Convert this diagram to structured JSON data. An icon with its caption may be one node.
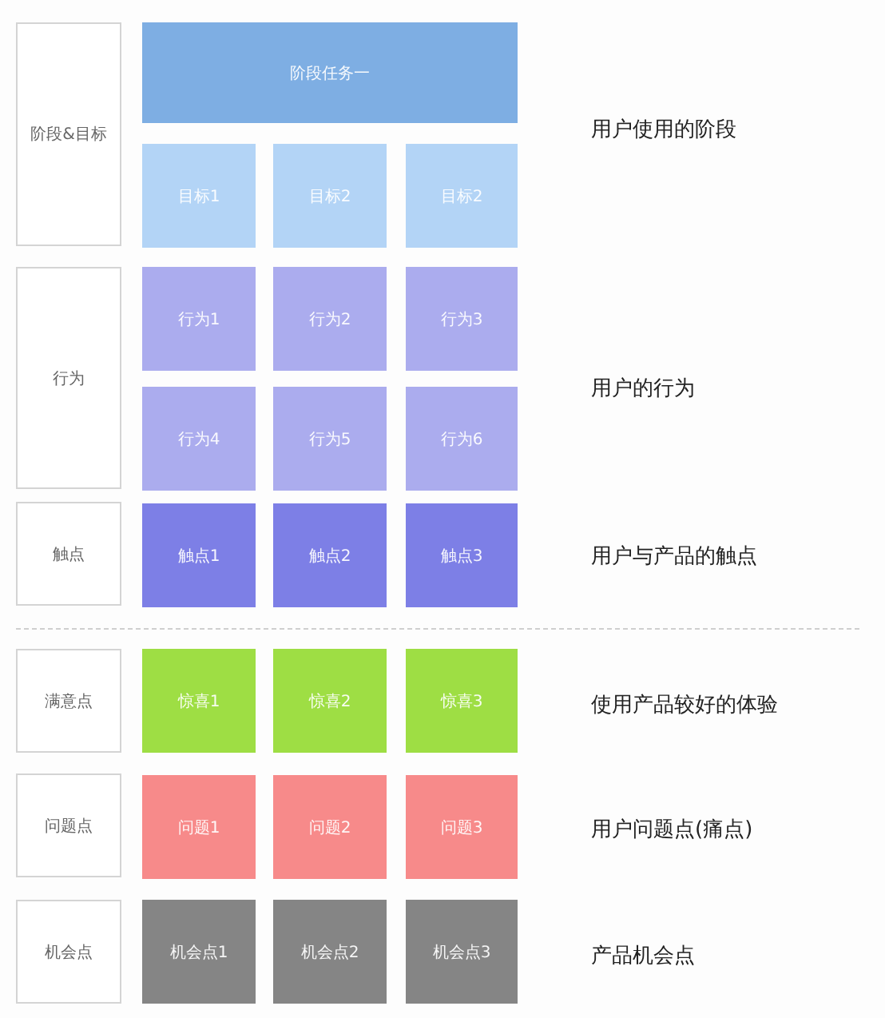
{
  "diagram": {
    "nodes": [
      {
        "text": [
          "阶段&目标"
        ]
      },
      {
        "text": [
          "阶段任务一"
        ]
      },
      {
        "text": [
          "目标1"
        ]
      },
      {
        "text": [
          "目标2"
        ]
      },
      {
        "text": [
          "目标2"
        ]
      },
      {
        "text": [
          "行为"
        ]
      },
      {
        "text": [
          "行为1"
        ]
      },
      {
        "text": [
          "行为2"
        ]
      },
      {
        "text": [
          "行为3"
        ]
      },
      {
        "text": [
          "行为4"
        ]
      },
      {
        "text": [
          "行为5"
        ]
      },
      {
        "text": [
          "行为6"
        ]
      },
      {
        "text": [
          "触点"
        ]
      },
      {
        "text": [
          "触点1"
        ]
      },
      {
        "text": [
          "触点2"
        ]
      },
      {
        "text": [
          "触点3"
        ]
      },
      {
        "text": [
          "满意点"
        ]
      },
      {
        "text": [
          "惊喜1"
        ]
      },
      {
        "text": [
          "惊喜2"
        ]
      },
      {
        "text": [
          "惊喜3"
        ]
      },
      {
        "text": [
          "问题点"
        ]
      },
      {
        "text": [
          "问题1"
        ]
      },
      {
        "text": [
          "问题2"
        ]
      },
      {
        "text": [
          "问题3"
        ]
      },
      {
        "text": [
          "机会点"
        ]
      },
      {
        "text": [
          "机会点1"
        ]
      },
      {
        "text": [
          "机会点2"
        ]
      },
      {
        "text": [
          "机会点3"
        ]
      }
    ],
    "labels": [
      "用户使用的阶段",
      "用户的行为",
      "用户与产品的触点",
      "使用产品较好的体验",
      "用户问题点(痛点)",
      "产品机会点"
    ]
  }
}
